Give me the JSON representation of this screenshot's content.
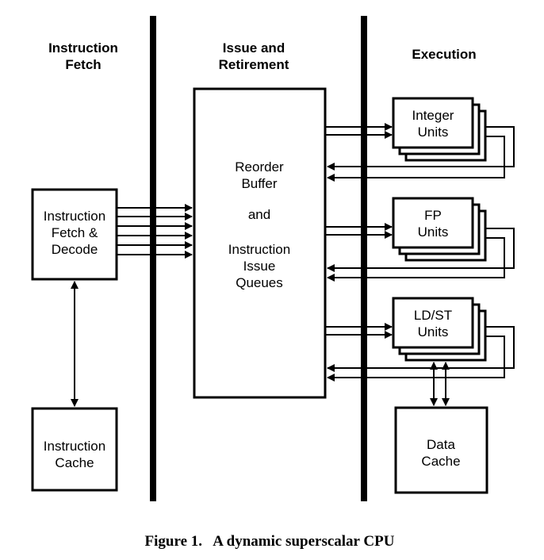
{
  "headings": {
    "fetch": [
      "Instruction",
      "Fetch"
    ],
    "issue": [
      "Issue and",
      "Retirement"
    ],
    "execution": "Execution"
  },
  "blocks": {
    "fetch_decode": [
      "Instruction",
      "Fetch &",
      "Decode"
    ],
    "instruction_cache": [
      "Instruction",
      "Cache"
    ],
    "reorder_buffer": [
      "Reorder",
      "Buffer",
      "and",
      "Instruction",
      "Issue",
      "Queues"
    ],
    "integer_units": [
      "Integer",
      "Units"
    ],
    "fp_units": [
      "FP",
      "Units"
    ],
    "ldst_units": [
      "LD/ST",
      "Units"
    ],
    "data_cache": [
      "Data",
      "Cache"
    ]
  },
  "caption": "Figure 1.   A dynamic superscalar CPU"
}
